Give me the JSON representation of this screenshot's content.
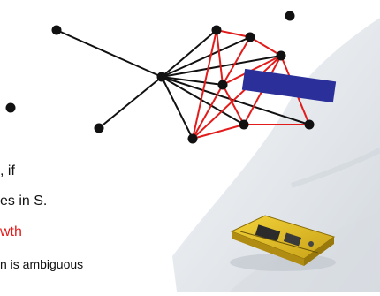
{
  "colors": {
    "node": "#111111",
    "black_edge": "#111111",
    "red_edge": "#e21b1b",
    "blue_bar": "#2a2f9a",
    "highlight_text": "#e21b1b",
    "body_text": "#111111"
  },
  "text_lines": [
    {
      "text": ", if",
      "color": "#111111"
    },
    {
      "text": "es in S.",
      "color": "#111111"
    },
    {
      "text": "wth",
      "color": "#e21b1b"
    },
    {
      "text": "n is ambiguous",
      "color": "#111111"
    }
  ],
  "photo": {
    "subject": "sensor-node-device-on-snow"
  }
}
